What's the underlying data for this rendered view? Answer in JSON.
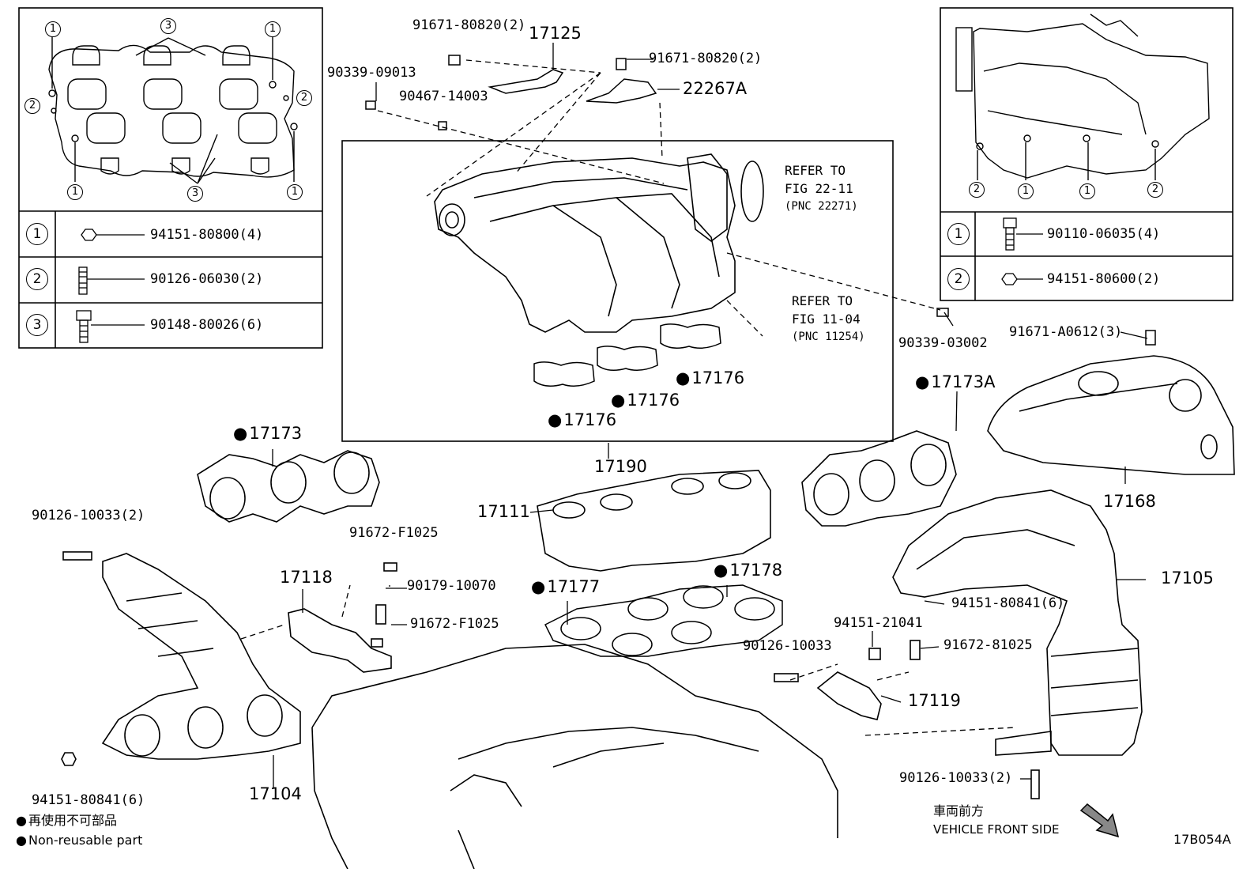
{
  "inset_left": {
    "table": [
      {
        "num": "1",
        "part": "94151-80800(4)"
      },
      {
        "num": "2",
        "part": "90126-06030(2)"
      },
      {
        "num": "3",
        "part": "90148-80026(6)"
      }
    ]
  },
  "inset_right": {
    "table": [
      {
        "num": "1",
        "part": "90110-06035(4)"
      },
      {
        "num": "2",
        "part": "94151-80600(2)"
      }
    ]
  },
  "labels": {
    "p91671_80820_a": "91671-80820(2)",
    "p17125": "17125",
    "p91671_80820_b": "91671-80820(2)",
    "p90339_09013": "90339-09013",
    "p90467_14003": "90467-14003",
    "p22267A": "22267A",
    "p90339_03002": "90339-03002",
    "p91671_A0612": "91671-A0612(3)",
    "p17176_a": "17176",
    "p17176_b": "17176",
    "p17176_c": "17176",
    "p17173A": "17173A",
    "p17173": "17173",
    "p17190": "17190",
    "p17168": "17168",
    "p17111": "17111",
    "p90126_10033_a": "90126-10033(2)",
    "p91672_F1025_a": "91672-F1025",
    "p17118": "17118",
    "p90179_10070": "90179-10070",
    "p91672_F1025_b": "91672-F1025",
    "p17178": "17178",
    "p17177": "17177",
    "p17105": "17105",
    "p94151_80841_a": "94151-80841(6)",
    "p94151_21041": "94151-21041",
    "p90126_10033_b": "90126-10033",
    "p91672_81025": "91672-81025",
    "p17119": "17119",
    "p90126_10033_c": "90126-10033(2)",
    "p94151_80841_b": "94151-80841(6)",
    "p17104": "17104"
  },
  "refs": {
    "ref1": {
      "line1": "REFER TO",
      "line2": "FIG 22-11",
      "line3": "(PNC 22271)"
    },
    "ref2": {
      "line1": "REFER TO",
      "line2": "FIG 11-04",
      "line3": "(PNC 11254)"
    }
  },
  "legend": {
    "jp": "再使用不可部品",
    "en": "Non-reusable part"
  },
  "front": {
    "jp": "車両前方",
    "en": "VEHICLE FRONT SIDE"
  },
  "figure_code": "17B054A"
}
